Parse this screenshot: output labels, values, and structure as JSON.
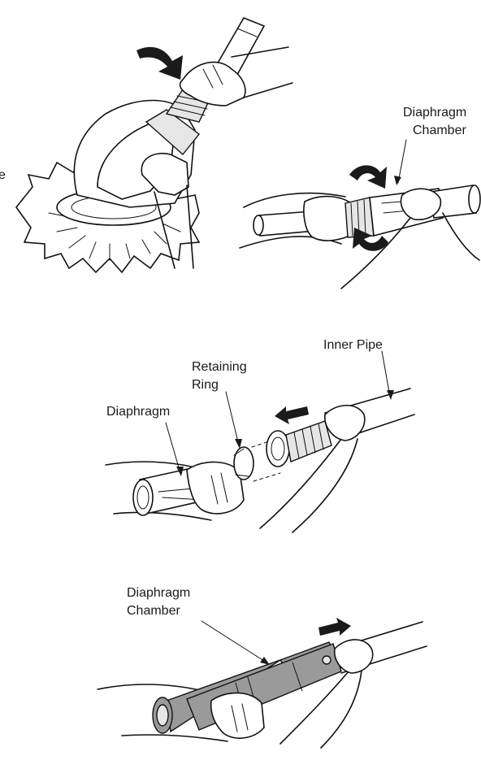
{
  "labels": {
    "panel1_partial": "e",
    "panel1_chamber_line1": "Diaphragm",
    "panel1_chamber_line2": "Chamber",
    "panel2_inner_pipe": "Inner Pipe",
    "panel2_ring_line1": "Retaining",
    "panel2_ring_line2": "Ring",
    "panel2_diaphragm": "Diaphragm",
    "panel3_chamber_line1": "Diaphragm",
    "panel3_chamber_line2": "Chamber"
  }
}
